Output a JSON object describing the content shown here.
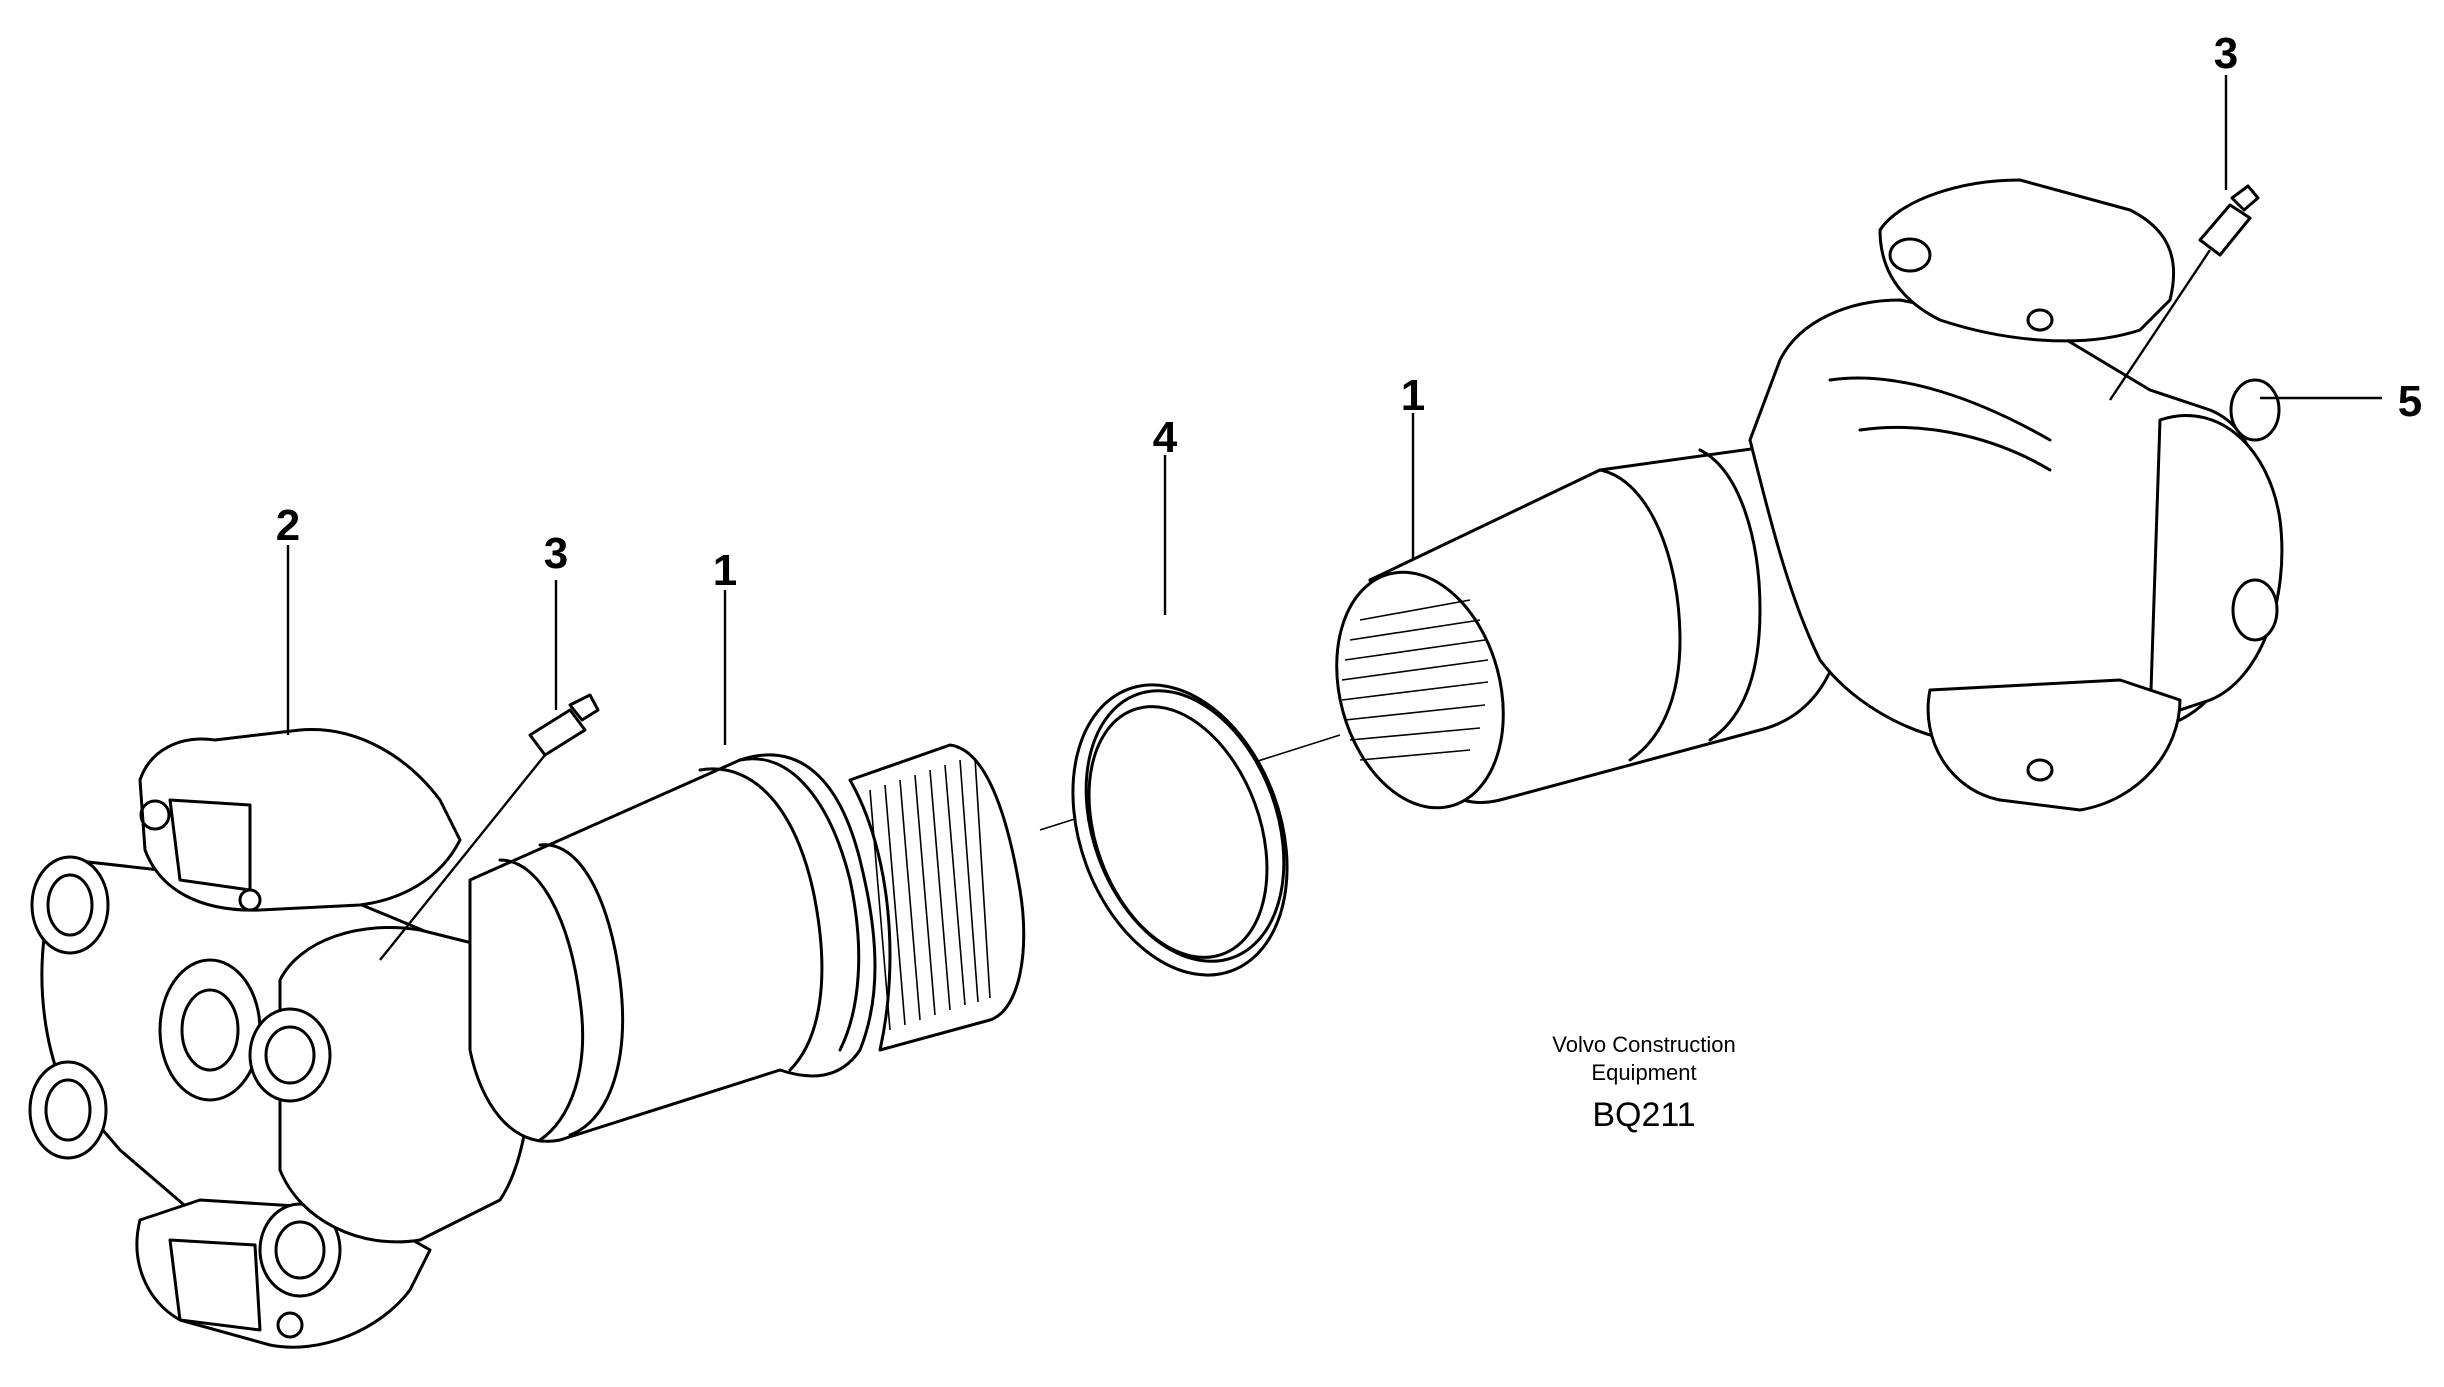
{
  "callouts": {
    "c1_left": "1",
    "c1_right": "1",
    "c2": "2",
    "c3_left": "3",
    "c3_right": "3",
    "c4": "4",
    "c5": "5"
  },
  "credit": {
    "line1": "Volvo Construction",
    "line2": "Equipment",
    "code": "BQ211"
  }
}
